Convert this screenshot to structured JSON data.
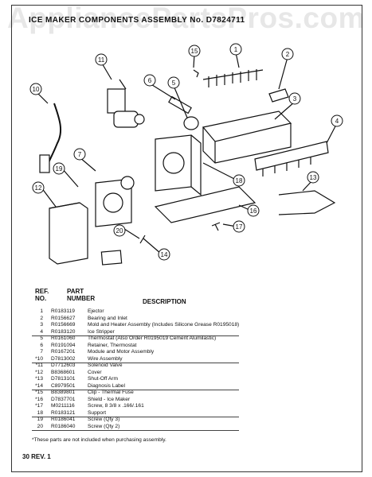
{
  "watermark": "AppliancePartsPros.com",
  "header": "ICE MAKER COMPONENTS ASSEMBLY  No. D7824711",
  "table_headers": {
    "ref": [
      "REF.",
      "NO."
    ],
    "part": [
      "PART",
      "NUMBER"
    ],
    "desc": "DESCRIPTION"
  },
  "parts": [
    {
      "ref": "1",
      "part": "R0183119",
      "desc": "Ejector"
    },
    {
      "ref": "2",
      "part": "R0156627",
      "desc": "Bearing and Inlet"
    },
    {
      "ref": "3",
      "part": "R0156669",
      "desc": "Mold and Heater Assembly (Includes Silicone Grease R0195018)"
    },
    {
      "ref": "4",
      "part": "R0183120",
      "desc": "Ice Stripper"
    },
    {
      "ref": "5",
      "part": "R0161060",
      "desc": "Thermostat (Also Order R0195019 Cement Alumilastic)"
    },
    {
      "ref": "6",
      "part": "R0191094",
      "desc": "Retainer, Thermostat"
    },
    {
      "ref": "7",
      "part": "R0167201",
      "desc": "Module and Motor Assembly"
    },
    {
      "ref": "*10",
      "part": "D7813002",
      "desc": "Wire Assembly"
    },
    {
      "ref": "*11",
      "part": "D7712603",
      "desc": "Solenoid Valve"
    },
    {
      "ref": "*12",
      "part": "B8368601",
      "desc": "Cover"
    },
    {
      "ref": "*13",
      "part": "D7813101",
      "desc": "Shut-Off Arm"
    },
    {
      "ref": "*14",
      "part": "C8979501",
      "desc": "Diagnosis Label"
    },
    {
      "ref": "*15",
      "part": "B8389801",
      "desc": "Clip - Thermal Fuse"
    },
    {
      "ref": "*16",
      "part": "D7837701",
      "desc": "Shield - Ice Maker"
    },
    {
      "ref": "*17",
      "part": "M0211116",
      "desc": "Screw, 8 3/8 x .166/.161"
    },
    {
      "ref": "18",
      "part": "R0183121",
      "desc": "Support"
    },
    {
      "ref": "19",
      "part": "R0186041",
      "desc": "Screw (Qty 3)"
    },
    {
      "ref": "20",
      "part": "R0186040",
      "desc": "Screw (Qty 2)"
    }
  ],
  "footnote": "*These parts are not included when purchasing assembly.",
  "page_number": "30 REV. 1",
  "callouts": [
    "1",
    "2",
    "3",
    "4",
    "5",
    "6",
    "7",
    "10",
    "11",
    "12",
    "13",
    "14",
    "15",
    "16",
    "17",
    "18",
    "19",
    "20"
  ]
}
